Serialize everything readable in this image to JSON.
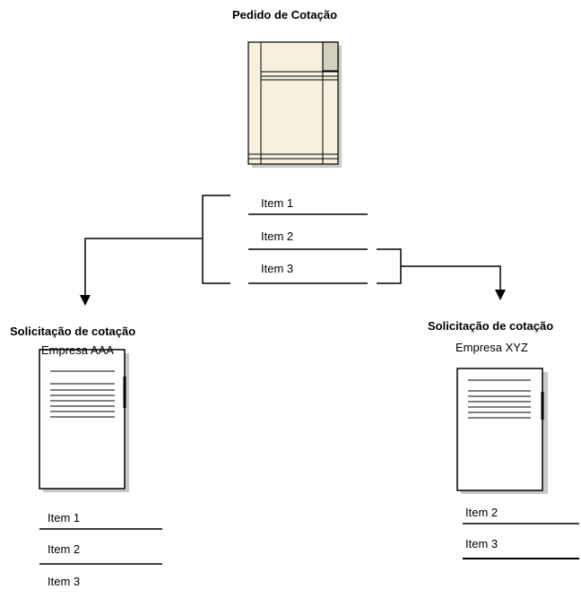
{
  "source": {
    "title": "Pedido de Cotação",
    "items": [
      "Item 1",
      "Item 2",
      "Item 3"
    ]
  },
  "left_request": {
    "title": "Solicitação de cotação",
    "company": "Empresa AAA",
    "items": [
      "Item 1",
      "Item 2",
      "Item 3"
    ]
  },
  "right_request": {
    "title": "Solicitação de cotação",
    "company": "Empresa XYZ",
    "items": [
      "Item 2",
      "Item 3"
    ]
  },
  "colors": {
    "document_fill": "#f5f0df",
    "document_shadow": "#c8c8c8",
    "tab_fill": "#d4d0c0",
    "line": "#000000",
    "background": "#ffffff"
  }
}
